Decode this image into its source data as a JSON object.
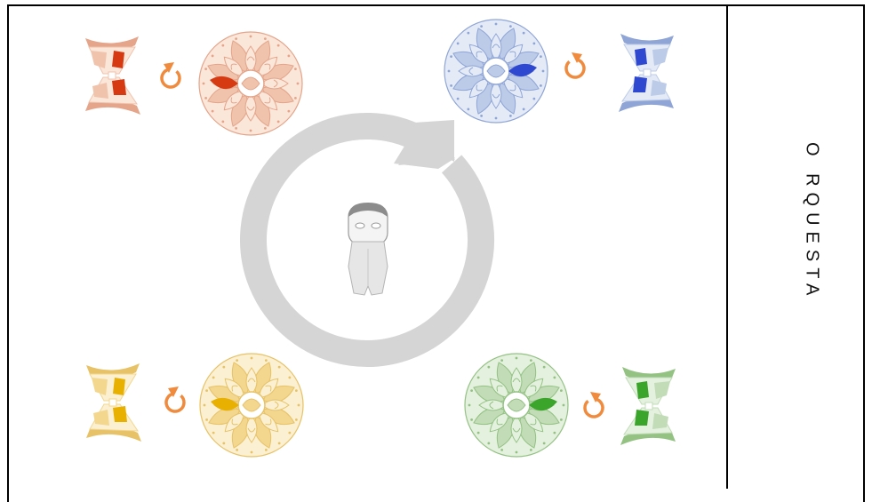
{
  "side_title": "O RQUESTA",
  "groups": [
    {
      "id": "red",
      "accent": "#d63a12",
      "light": "#f0c3ac",
      "mid": "#e4a58a",
      "pale": "#fbe6da"
    },
    {
      "id": "blue",
      "accent": "#2f48d0",
      "light": "#bccbe8",
      "mid": "#8fa5d6",
      "pale": "#e4ebf7"
    },
    {
      "id": "yellow",
      "accent": "#e8b000",
      "light": "#f3d78f",
      "mid": "#e7c266",
      "pale": "#fbf0d2"
    },
    {
      "id": "green",
      "accent": "#3ba42a",
      "light": "#c2dcb8",
      "mid": "#93c283",
      "pale": "#e5f1df"
    }
  ],
  "colors": {
    "cycle_arrow": "#d5d5d5",
    "small_arrow": "#f08a3c",
    "figure": "#9a9a9a"
  }
}
